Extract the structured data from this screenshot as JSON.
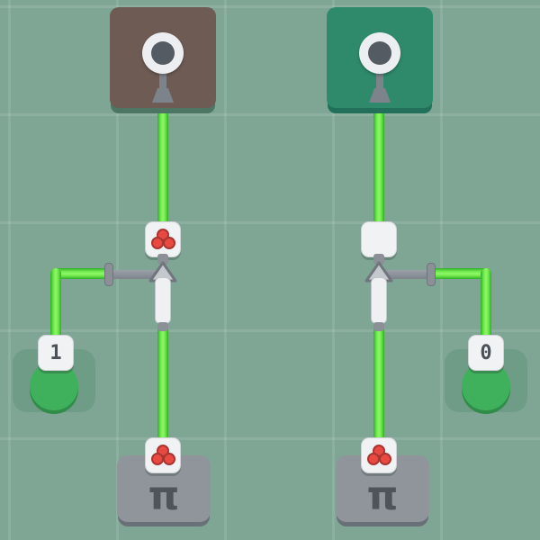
{
  "board": {
    "background_color": "#7fa695",
    "grid_color": "rgba(255,255,255,0.10)",
    "wire_color": "#4bd23b"
  },
  "left": {
    "lamp_state_color": "#6e5b54",
    "upper_component_icon": "cherries",
    "button_label": "1",
    "source_symbol": "π",
    "source_icon": "cherries"
  },
  "right": {
    "lamp_state_color": "#2e8a6b",
    "upper_component_icon": "none",
    "button_label": "0",
    "source_symbol": "π",
    "source_icon": "cherries"
  }
}
